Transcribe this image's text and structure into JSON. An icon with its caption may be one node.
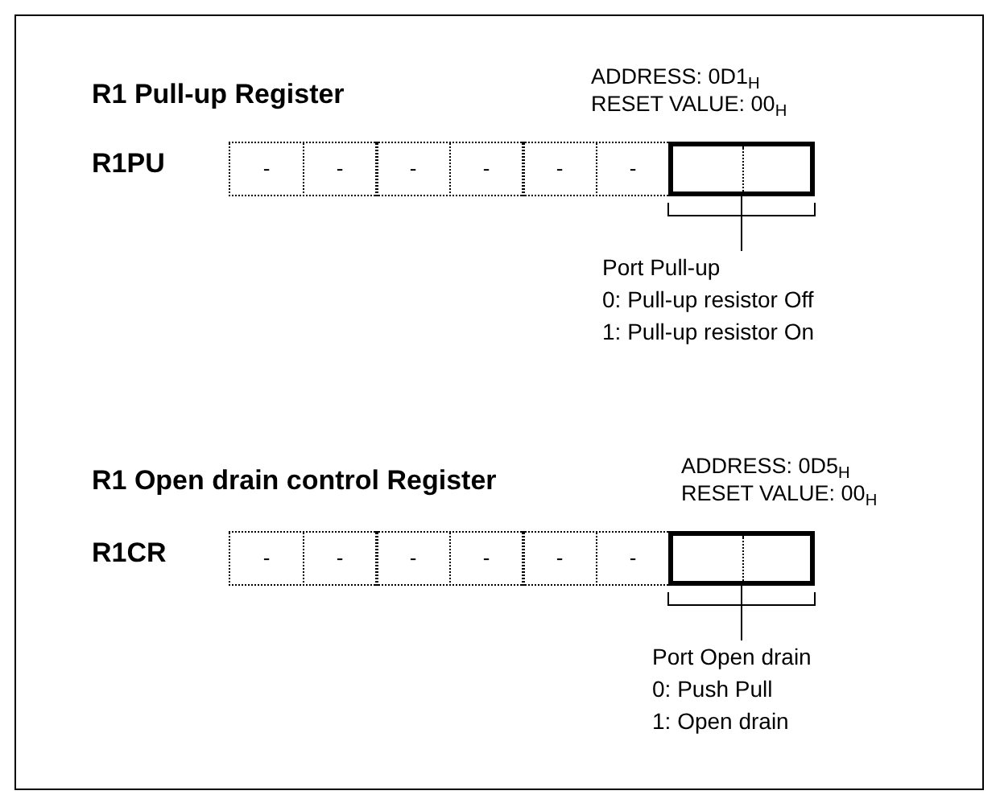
{
  "diagram": {
    "nodes": [
      {
        "text": [
          "Port Pull-up",
          "0: Pull-up resistor Off",
          "1: Pull-up resistor On"
        ]
      },
      {
        "text": [],
        "shape": "box"
      },
      {
        "text": [
          "Port Open drain",
          "0: Push Pull",
          "1: Open drain"
        ]
      },
      {
        "text": [],
        "shape": "box"
      }
    ],
    "edges": [
      {
        "from": 0,
        "to": 1,
        "arrow": "none"
      },
      {
        "from": 2,
        "to": 3,
        "arrow": "none"
      }
    ],
    "labels": [
      "R1 Pull-up Register",
      "ADDRESS: 0D1$_{H}$",
      "RESET VALUE: 00$_{H}$",
      "R1PU",
      "-",
      "-",
      "-",
      "-",
      "-",
      "-",
      "R1 Open drain control Register",
      "ADDRESS: 0D5$_{H}$",
      "RESET VALUE: 00$_{H}$",
      "R1CR",
      "-",
      "-",
      "-",
      "-",
      "-",
      "-"
    ]
  }
}
